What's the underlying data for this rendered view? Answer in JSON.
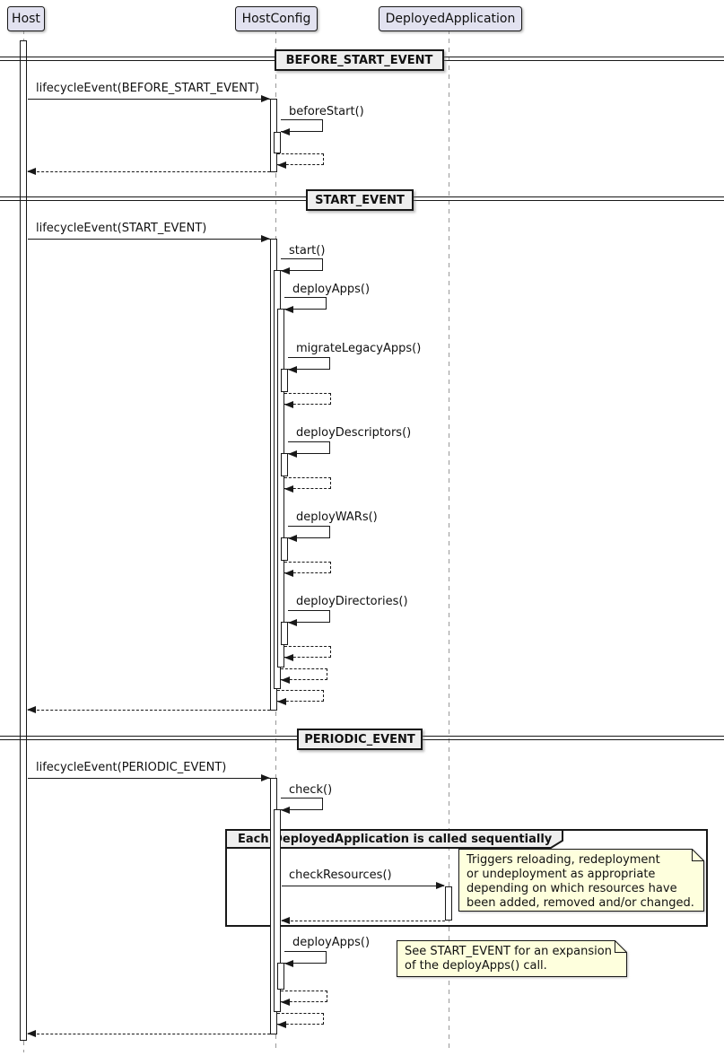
{
  "diagram": {
    "participants": [
      {
        "name": "Host"
      },
      {
        "name": "HostConfig"
      },
      {
        "name": "DeployedApplication"
      }
    ],
    "dividers": {
      "before_start": "BEFORE_START_EVENT",
      "start": "START_EVENT",
      "periodic": "PERIODIC_EVENT"
    },
    "messages": {
      "m_before_start_event": "lifecycleEvent(BEFORE_START_EVENT)",
      "m_before_start": "beforeStart()",
      "m_start_event": "lifecycleEvent(START_EVENT)",
      "m_start": "start()",
      "m_deploy_apps": "deployApps()",
      "m_migrate_legacy_apps": "migrateLegacyApps()",
      "m_deploy_descriptors": "deployDescriptors()",
      "m_deploy_wars": "deployWARs()",
      "m_deploy_directories": "deployDirectories()",
      "m_periodic_event": "lifecycleEvent(PERIODIC_EVENT)",
      "m_check": "check()",
      "m_check_resources": "checkResources()",
      "m_deploy_apps_2": "deployApps()"
    },
    "group": {
      "label": "Each DeployedApplication is called sequentially"
    },
    "notes": {
      "triggers": {
        "lines": [
          "Triggers reloading, redeployment",
          "or undeployment as appropriate",
          "depending on which resources have",
          "been added, removed and/or changed."
        ]
      },
      "see_start_event": {
        "lines": [
          "See START_EVENT for an expansion",
          "of the deployApps() call."
        ]
      }
    },
    "colors": {
      "participant_fill": "#E2E2F0",
      "divider_fill": "#EEEEEE",
      "group_header_fill": "#EEEEEE",
      "note_fill": "#FEFFDD",
      "line_color": "#181818",
      "lifeline_color": "#999999"
    }
  }
}
